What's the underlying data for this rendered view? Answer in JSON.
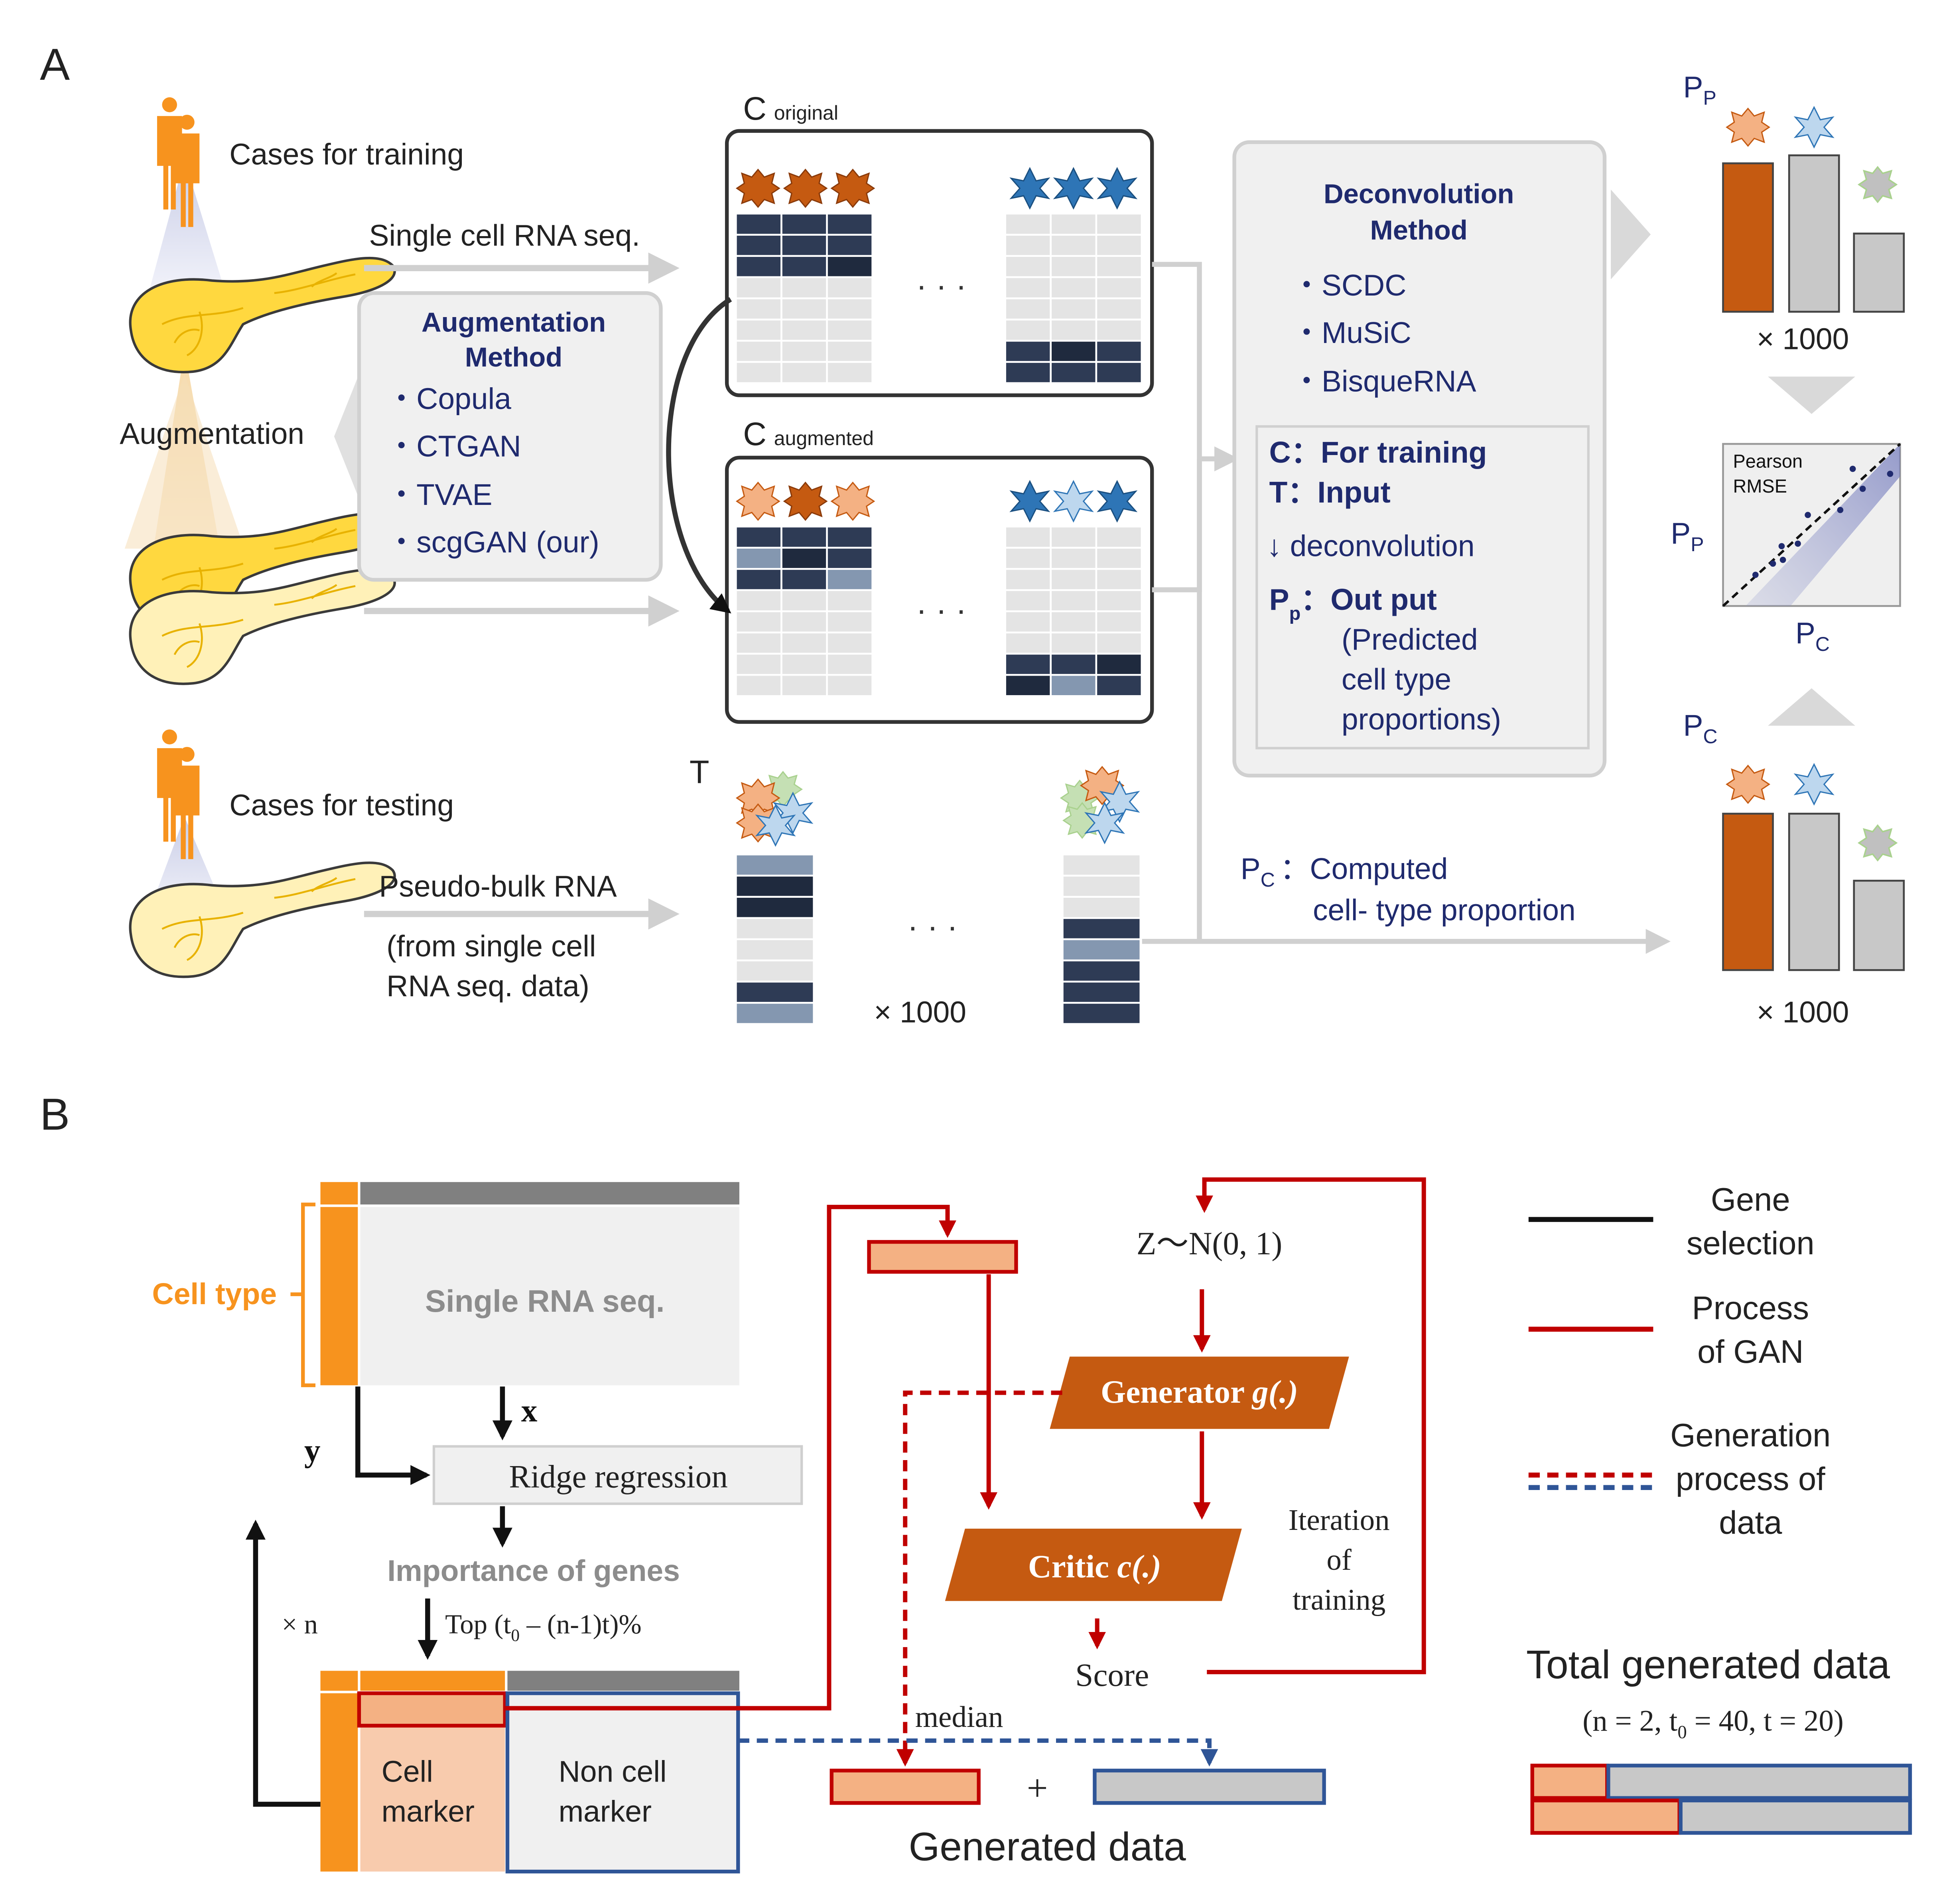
{
  "panel_a": {
    "label": "A",
    "cases_training": "Cases for training",
    "augmentation": "Augmentation",
    "sc_rna_seq": "Single cell RNA seq.",
    "aug_method": {
      "title_line1": "Augmentation",
      "title_line2": "Method",
      "items": [
        "・Copula",
        "・CTGAN",
        "・TVAE",
        "・scgGAN (our)"
      ]
    },
    "c_original": {
      "main": "C",
      "sub": "original"
    },
    "c_augmented": {
      "main": "C",
      "sub": "augmented"
    },
    "dots": "· · ·",
    "deconv": {
      "title_line1": "Deconvolution",
      "title_line2": "Method",
      "items": [
        "・SCDC",
        "・MuSiC",
        "・BisqueRNA"
      ],
      "c_line": "C：For training",
      "t_line": "T：Input",
      "arrow_line": "↓ deconvolution",
      "pp_main": "P",
      "pp_sub": "p",
      "pp_rest": "：Out put",
      "pred_lines": [
        "(Predicted",
        "cell type",
        "proportions)"
      ]
    },
    "pp_label": {
      "main": "P",
      "sub": "P"
    },
    "pc_label": {
      "main": "P",
      "sub": "C"
    },
    "times1000": "× 1000",
    "scatter_text": [
      "Pearson",
      "RMSE"
    ],
    "cases_testing": "Cases for testing",
    "pseudo_bulk": "Pseudo-bulk RNA",
    "from_sc": [
      "(from single cell",
      "RNA seq. data)"
    ],
    "t_label": "T",
    "pc_computed_main": "P",
    "pc_computed_sub": "C",
    "pc_computed_text1": "：Computed",
    "pc_computed_text2": "cell- type proportion",
    "pp_bars": [
      0.93,
      0.98,
      0.49
    ],
    "pc_bars": [
      0.98,
      0.98,
      0.56
    ]
  },
  "panel_b": {
    "label": "B",
    "cell_type": "Cell type",
    "single_rna": "Single RNA seq.",
    "x": "x",
    "y": "y",
    "ridge": "Ridge regression",
    "importance": "Importance of genes",
    "top": "Top (t",
    "top_sub": "0",
    "top_rest": " – (n-1)t)%",
    "times_n": "× n",
    "cell_marker": [
      "Cell",
      "marker"
    ],
    "non_cell_marker": [
      "Non cell",
      "marker"
    ],
    "z": "Z～N(0, 1)",
    "generator": "Generator ",
    "generator_fn": "g(.)",
    "critic": "Critic ",
    "critic_fn": "c(.)",
    "iteration": [
      "Iteration",
      "of",
      "training"
    ],
    "score": "Score",
    "median": "median",
    "plus": "+",
    "generated_data": "Generated data",
    "legend": {
      "gene_selection": [
        "Gene",
        "selection"
      ],
      "process_gan": [
        "Process",
        "of GAN"
      ],
      "generation": [
        "Generation",
        "process of",
        "data"
      ]
    },
    "total_generated": "Total generated data",
    "params": "(n = 2, t",
    "params_sub": "0",
    "params_rest": " = 40,  t = 20)"
  },
  "colors": {
    "orange": "#f7931e",
    "dark_orange": "#c55a11",
    "light_orange": "#f4b183",
    "red": "#c00000",
    "navy": "#1f3864",
    "blue": "#2e75b6",
    "grey": "#d9d9d9",
    "green": "#a9d18e"
  }
}
